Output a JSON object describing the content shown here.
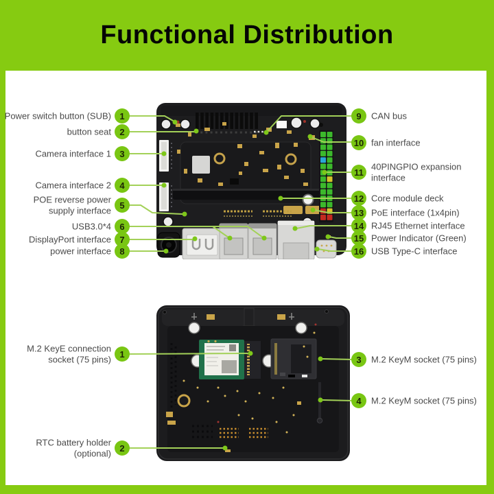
{
  "header": {
    "title": "Functional Distribution"
  },
  "colors": {
    "frame_green": "#86cb11",
    "callout_circle_green": "#79c613",
    "leader_line_green": "#a3d158",
    "label_text": "#4a4a4a",
    "title_text": "#050505"
  },
  "top_view": {
    "callouts_left": [
      {
        "num": "1",
        "label": "Power switch button (SUB)"
      },
      {
        "num": "2",
        "label": "button seat"
      },
      {
        "num": "3",
        "label": "Camera interface 1"
      },
      {
        "num": "4",
        "label": "Camera interface 2"
      },
      {
        "num": "5",
        "label": "POE reverse power\nsupply interface"
      },
      {
        "num": "6",
        "label": "USB3.0*4"
      },
      {
        "num": "7",
        "label": "DisplayPort interface"
      },
      {
        "num": "8",
        "label": "power interface"
      }
    ],
    "callouts_right": [
      {
        "num": "9",
        "label": "CAN bus"
      },
      {
        "num": "10",
        "label": "fan interface"
      },
      {
        "num": "11",
        "label": "40PINGPIO expansion interface"
      },
      {
        "num": "12",
        "label": "Core module deck"
      },
      {
        "num": "13",
        "label": "PoE interface (1x4pin)"
      },
      {
        "num": "14",
        "label": "RJ45 Ethernet interface"
      },
      {
        "num": "15",
        "label": "Power Indicator (Green)"
      },
      {
        "num": "16",
        "label": "USB Type-C interface"
      }
    ]
  },
  "bottom_view": {
    "callouts_left": [
      {
        "num": "1",
        "label": "M.2 KeyE connection\nsocket (75 pins)"
      },
      {
        "num": "2",
        "label": "RTC battery holder\n(optional)"
      }
    ],
    "callouts_right": [
      {
        "num": "3",
        "label": "M.2 KeyM socket (75 pins)"
      },
      {
        "num": "4",
        "label": "M.2 KeyM socket (75 pins)"
      }
    ]
  }
}
